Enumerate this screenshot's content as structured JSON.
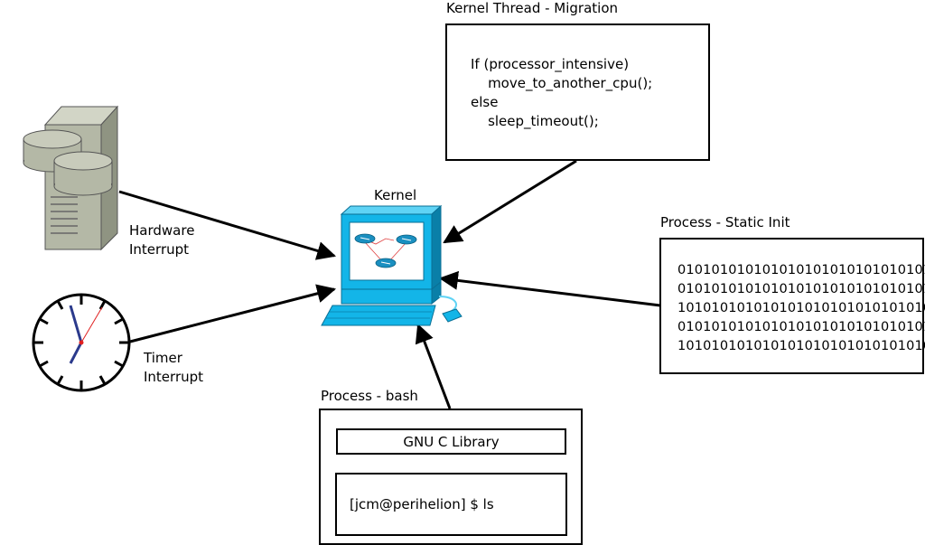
{
  "kernel": {
    "label": "Kernel"
  },
  "hardware_interrupt": {
    "label_line1": "Hardware",
    "label_line2": "Interrupt"
  },
  "timer_interrupt": {
    "label_line1": "Timer",
    "label_line2": "Interrupt"
  },
  "kernel_thread": {
    "title": "Kernel Thread - Migration",
    "code_lines": [
      "If (processor_intensive)",
      "    move_to_another_cpu();",
      "else",
      "    sleep_timeout();"
    ]
  },
  "static_init": {
    "title": "Process - Static Init",
    "binary_lines": [
      "010101010101010101010101010101",
      "010101010101010101010101010101",
      "101010101010101010101010101010",
      "010101010101010101010101010101",
      "101010101010101010101010101010"
    ]
  },
  "bash": {
    "title": "Process - bash",
    "library_label": "GNU C Library",
    "prompt": "[jcm@perihelion] $ ls"
  },
  "colors": {
    "monitor": "#13b5e8",
    "monitor_dark": "#0a7fa8",
    "server": "#b4b8a6",
    "clock_hand": "#2b3a8c",
    "clock_second": "#e02020"
  }
}
